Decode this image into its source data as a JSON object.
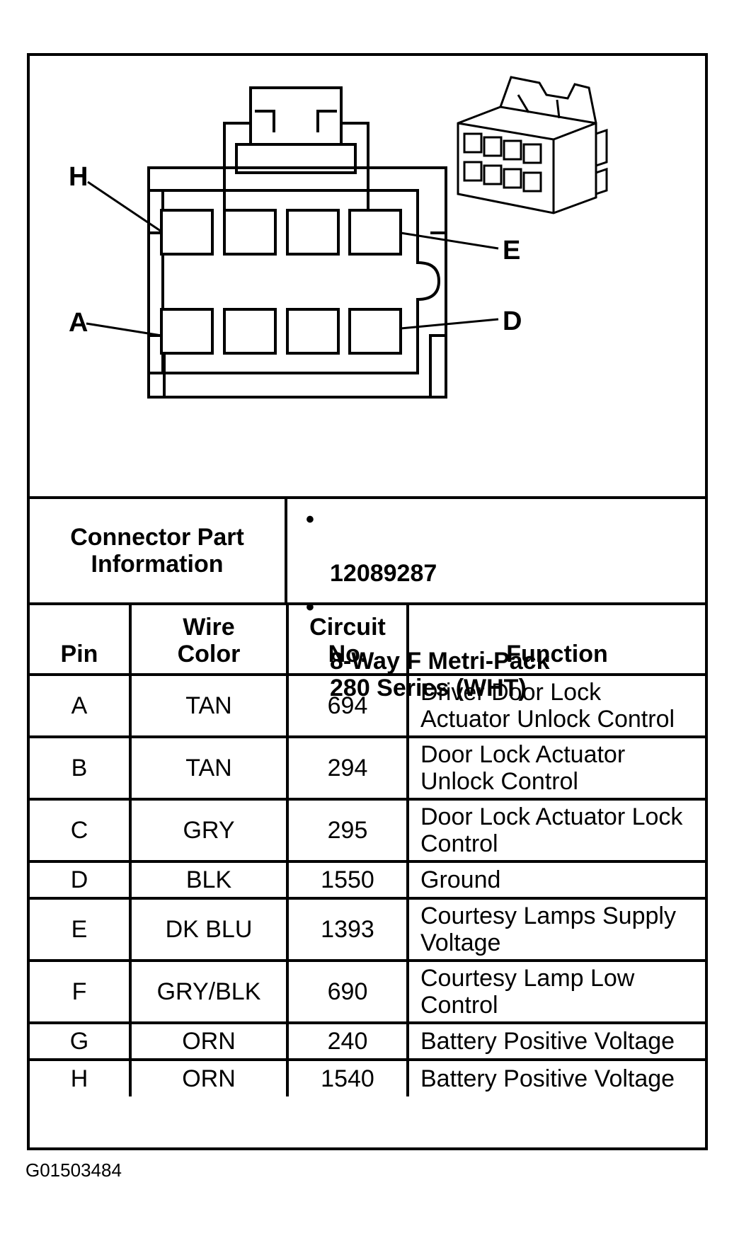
{
  "diagram": {
    "pin_labels": {
      "h": "H",
      "e": "E",
      "a": "A",
      "d": "D"
    }
  },
  "part_info": {
    "label": "Connector Part\nInformation",
    "bullet": "•",
    "items": [
      "12089287",
      "8-Way F Metri-Pack\n280 Series (WHT)"
    ]
  },
  "table": {
    "headers": {
      "pin": "Pin",
      "wire_color": "Wire\nColor",
      "circuit": "Circuit\nNo.",
      "function": "Function"
    },
    "rows": [
      {
        "pin": "A",
        "wire_color": "TAN",
        "circuit": "694",
        "function": "Driver Door Lock\nActuator Unlock Control"
      },
      {
        "pin": "B",
        "wire_color": "TAN",
        "circuit": "294",
        "function": "Door Lock Actuator\nUnlock Control"
      },
      {
        "pin": "C",
        "wire_color": "GRY",
        "circuit": "295",
        "function": "Door Lock Actuator Lock\nControl"
      },
      {
        "pin": "D",
        "wire_color": "BLK",
        "circuit": "1550",
        "function": "Ground"
      },
      {
        "pin": "E",
        "wire_color": "DK BLU",
        "circuit": "1393",
        "function": "Courtesy Lamps Supply\nVoltage"
      },
      {
        "pin": "F",
        "wire_color": "GRY/BLK",
        "circuit": "690",
        "function": "Courtesy Lamp Low\nControl"
      },
      {
        "pin": "G",
        "wire_color": "ORN",
        "circuit": "240",
        "function": "Battery Positive Voltage"
      },
      {
        "pin": "H",
        "wire_color": "ORN",
        "circuit": "1540",
        "function": "Battery Positive Voltage"
      }
    ]
  },
  "figure_id": "G01503484"
}
